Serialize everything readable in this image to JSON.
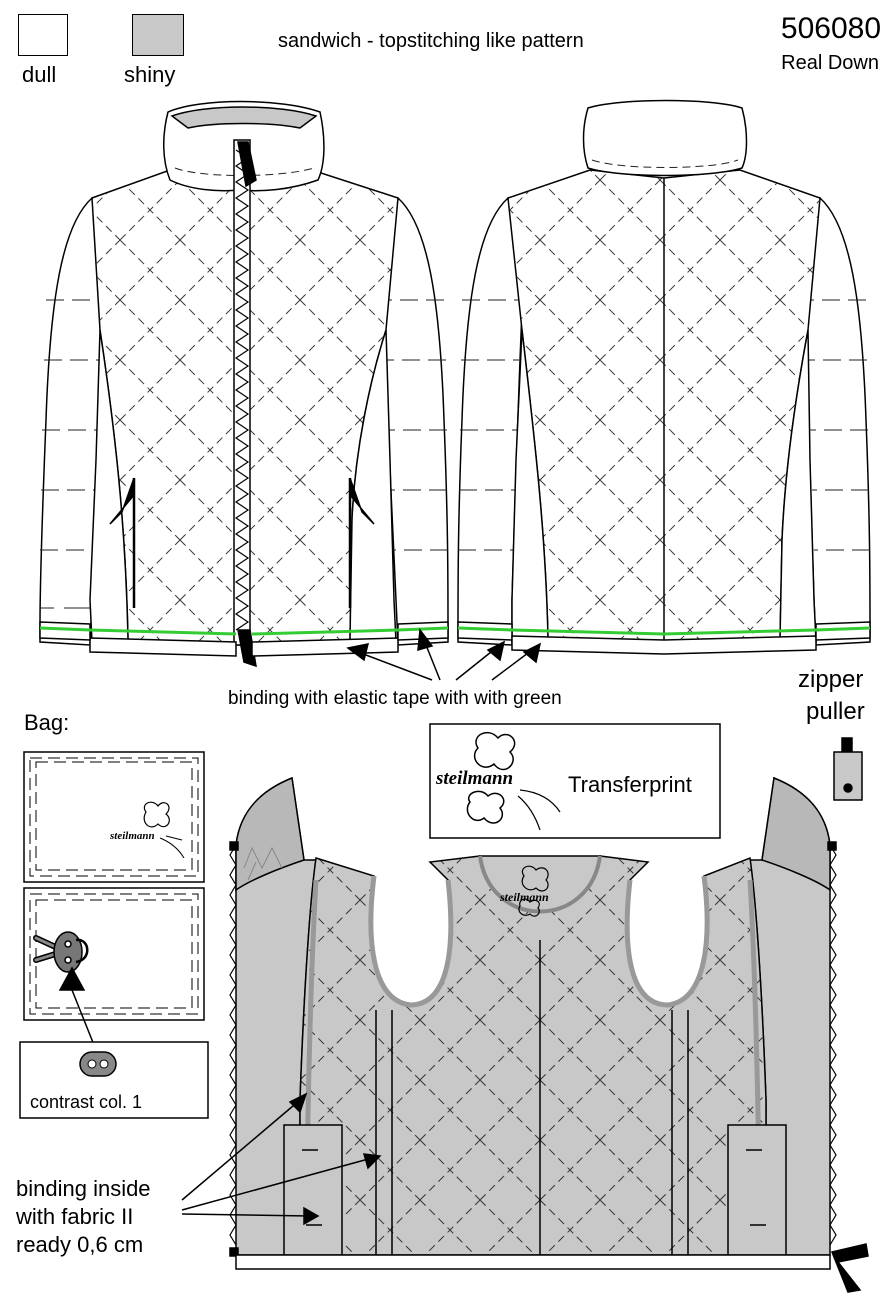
{
  "legend": {
    "dull_label": "dull",
    "shiny_label": "shiny",
    "dull_color": "#ffffff",
    "shiny_color": "#c8c8c8"
  },
  "header": {
    "title": "sandwich - topstitching like pattern",
    "article_number": "506080",
    "subtitle": "Real Down"
  },
  "annotations": {
    "binding_label": "binding with elastic tape with with green",
    "zipper_puller_line1": "zipper",
    "zipper_puller_line2": "puller",
    "bag_label": "Bag:",
    "transferprint_brand": "steilmann",
    "transferprint_label": "Transferprint",
    "contrast_label": "contrast col. 1",
    "binding_inside_line1": "binding inside",
    "binding_inside_line2": "with fabric II",
    "binding_inside_line3": "ready 0,6 cm",
    "bag_logo_text": "steilmann",
    "lining_logo_text": "steilmann"
  },
  "colors": {
    "outline": "#000000",
    "lining": "#c8c8c8",
    "elastic_green": "#33cc33",
    "print_box_border": "#000000"
  }
}
